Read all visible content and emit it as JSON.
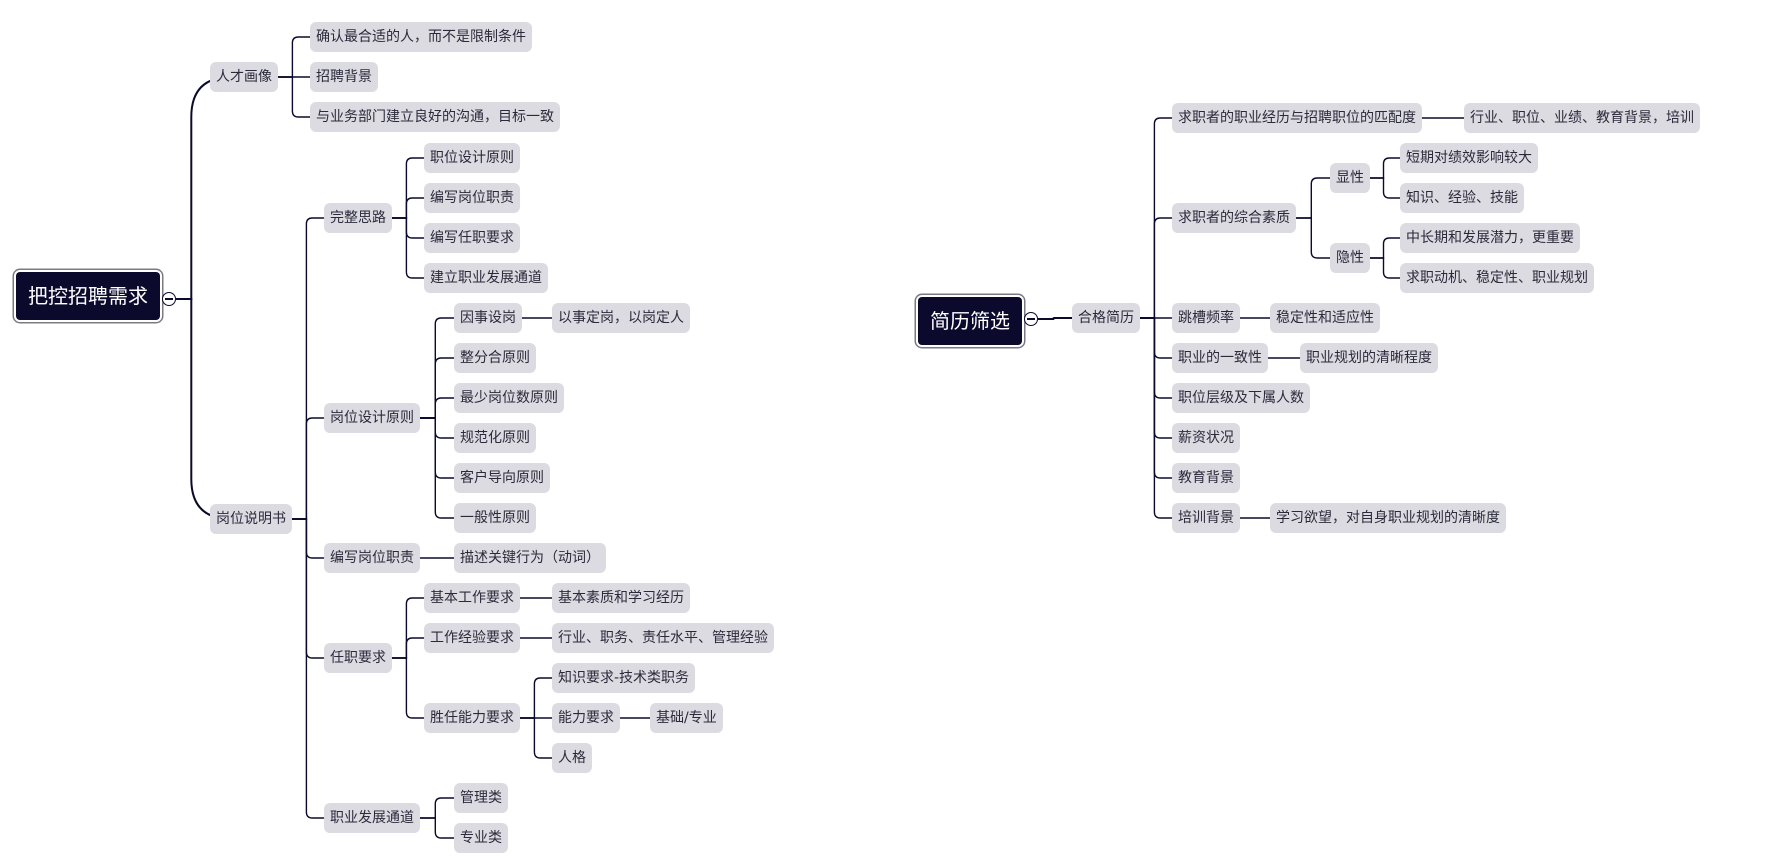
{
  "mindmaps": [
    {
      "id": "demand",
      "root": "把控招聘需求",
      "children": [
        {
          "id": "talent",
          "label": "人才画像",
          "children": [
            {
              "id": "t1",
              "label": "确认最合适的人，而不是限制条件"
            },
            {
              "id": "t2",
              "label": "招聘背景"
            },
            {
              "id": "t3",
              "label": "与业务部门建立良好的沟通，目标一致"
            }
          ]
        },
        {
          "id": "jd",
          "label": "岗位说明书",
          "children": [
            {
              "id": "jd1",
              "label": "完整思路",
              "children": [
                {
                  "id": "jd1a",
                  "label": "职位设计原则"
                },
                {
                  "id": "jd1b",
                  "label": "编写岗位职责"
                },
                {
                  "id": "jd1c",
                  "label": "编写任职要求"
                },
                {
                  "id": "jd1d",
                  "label": "建立职业发展通道"
                }
              ]
            },
            {
              "id": "jd2",
              "label": "岗位设计原则",
              "children": [
                {
                  "id": "jd2a",
                  "label": "因事设岗",
                  "children": [
                    {
                      "id": "jd2a1",
                      "label": "以事定岗，以岗定人"
                    }
                  ]
                },
                {
                  "id": "jd2b",
                  "label": "整分合原则"
                },
                {
                  "id": "jd2c",
                  "label": "最少岗位数原则"
                },
                {
                  "id": "jd2d",
                  "label": "规范化原则"
                },
                {
                  "id": "jd2e",
                  "label": "客户导向原则"
                },
                {
                  "id": "jd2f",
                  "label": "一般性原则"
                }
              ]
            },
            {
              "id": "jd3",
              "label": "编写岗位职责",
              "children": [
                {
                  "id": "jd3a",
                  "label": "描述关键行为（动词）"
                }
              ]
            },
            {
              "id": "jd4",
              "label": "任职要求",
              "children": [
                {
                  "id": "jd4a",
                  "label": "基本工作要求",
                  "children": [
                    {
                      "id": "jd4a1",
                      "label": "基本素质和学习经历"
                    }
                  ]
                },
                {
                  "id": "jd4b",
                  "label": "工作经验要求",
                  "children": [
                    {
                      "id": "jd4b1",
                      "label": "行业、职务、责任水平、管理经验"
                    }
                  ]
                },
                {
                  "id": "jd4c",
                  "label": "胜任能力要求",
                  "children": [
                    {
                      "id": "jd4c1",
                      "label": "知识要求-技术类职务"
                    },
                    {
                      "id": "jd4c2",
                      "label": "能力要求",
                      "children": [
                        {
                          "id": "jd4c2a",
                          "label": "基础/专业"
                        }
                      ]
                    },
                    {
                      "id": "jd4c3",
                      "label": "人格"
                    }
                  ]
                }
              ]
            },
            {
              "id": "jd5",
              "label": "职业发展通道",
              "children": [
                {
                  "id": "jd5a",
                  "label": "管理类"
                },
                {
                  "id": "jd5b",
                  "label": "专业类"
                }
              ]
            }
          ]
        }
      ]
    },
    {
      "id": "resume",
      "root": "简历筛选",
      "children": [
        {
          "id": "q",
          "label": "合格简历",
          "children": [
            {
              "id": "q1",
              "label": "求职者的职业经历与招聘职位的匹配度",
              "children": [
                {
                  "id": "q1a",
                  "label": "行业、职位、业绩、教育背景，培训"
                }
              ]
            },
            {
              "id": "q2",
              "label": "求职者的综合素质",
              "children": [
                {
                  "id": "q2a",
                  "label": "显性",
                  "children": [
                    {
                      "id": "q2a1",
                      "label": "短期对绩效影响较大"
                    },
                    {
                      "id": "q2a2",
                      "label": "知识、经验、技能"
                    }
                  ]
                },
                {
                  "id": "q2b",
                  "label": "隐性",
                  "children": [
                    {
                      "id": "q2b1",
                      "label": "中长期和发展潜力，更重要"
                    },
                    {
                      "id": "q2b2",
                      "label": "求职动机、稳定性、职业规划"
                    }
                  ]
                }
              ]
            },
            {
              "id": "q3",
              "label": "跳槽频率",
              "children": [
                {
                  "id": "q3a",
                  "label": "稳定性和适应性"
                }
              ]
            },
            {
              "id": "q4",
              "label": "职业的一致性",
              "children": [
                {
                  "id": "q4a",
                  "label": "职业规划的清晰程度"
                }
              ]
            },
            {
              "id": "q5",
              "label": "职位层级及下属人数"
            },
            {
              "id": "q6",
              "label": "薪资状况"
            },
            {
              "id": "q7",
              "label": "教育背景"
            },
            {
              "id": "q8",
              "label": "培训背景",
              "children": [
                {
                  "id": "q8a",
                  "label": "学习欲望，对自身职业规划的清晰度"
                }
              ]
            }
          ]
        }
      ]
    }
  ],
  "colors": {
    "root_fill": "#0b0a2c",
    "root_text": "#ffffff",
    "node_fill": "#dddbe2",
    "node_text": "#2a2a3a",
    "line": "#0b0a2c"
  },
  "icons": {
    "toggle": "collapse-toggle-icon"
  }
}
